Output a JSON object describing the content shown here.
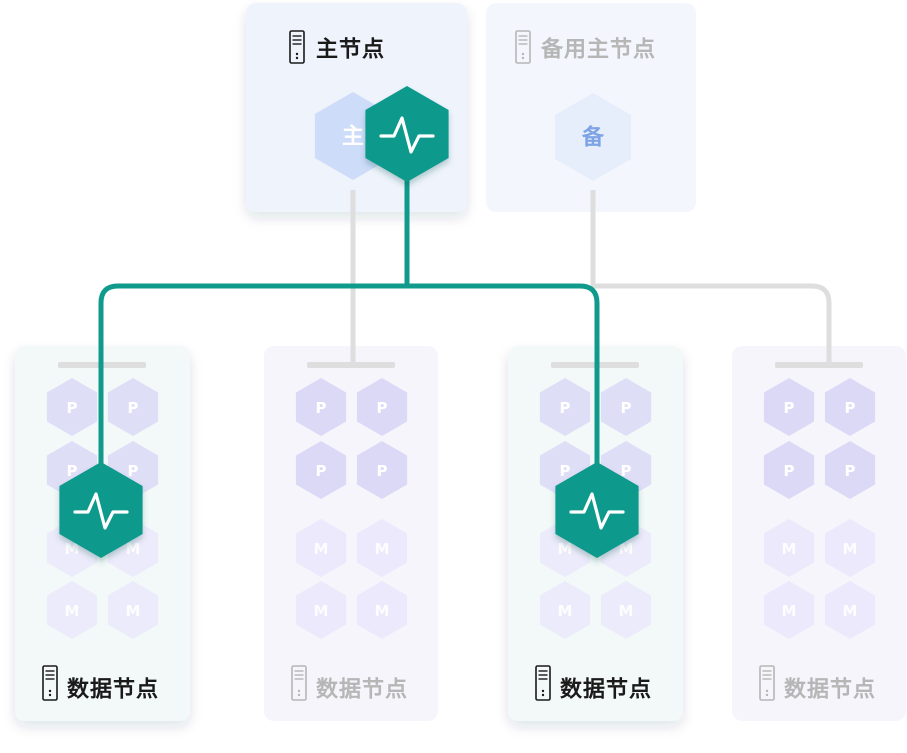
{
  "nodes": {
    "master": {
      "title": "主节点",
      "hex_label": "主",
      "active": true
    },
    "standby": {
      "title": "备用主节点",
      "hex_label": "备",
      "active": false
    },
    "data": [
      {
        "title": "数据节点",
        "active": true,
        "shards": [
          "P",
          "P",
          "P",
          "P",
          "M",
          "M",
          "M",
          "M"
        ]
      },
      {
        "title": "数据节点",
        "active": false,
        "shards": [
          "P",
          "P",
          "P",
          "P",
          "M",
          "M",
          "M",
          "M"
        ]
      },
      {
        "title": "数据节点",
        "active": true,
        "shards": [
          "P",
          "P",
          "P",
          "P",
          "M",
          "M",
          "M",
          "M"
        ]
      },
      {
        "title": "数据节点",
        "active": false,
        "shards": [
          "P",
          "P",
          "P",
          "P",
          "M",
          "M",
          "M",
          "M"
        ]
      }
    ]
  },
  "icons": {
    "server": "server-icon",
    "monitor": "pulse-icon"
  },
  "colors": {
    "accent": "#0f9a8c",
    "accent_dark": "#0b7f73",
    "card_master_bg": "#eef3fc",
    "card_standby_bg": "#f3f6fd",
    "card_data_active_bg": "#f2f9f8",
    "card_data_inactive_bg": "#f6f5fc",
    "hex_shard": "#dcd9f7",
    "hex_shard_faded": "#ebe9fb",
    "hex_master": "#cddcf8",
    "hex_label": "#ffffff",
    "hex_master_label": "#7ea4e6",
    "title_active": "#1a1a1a",
    "title_inactive": "#b6b6b6",
    "connector_gray": "#dedede"
  }
}
